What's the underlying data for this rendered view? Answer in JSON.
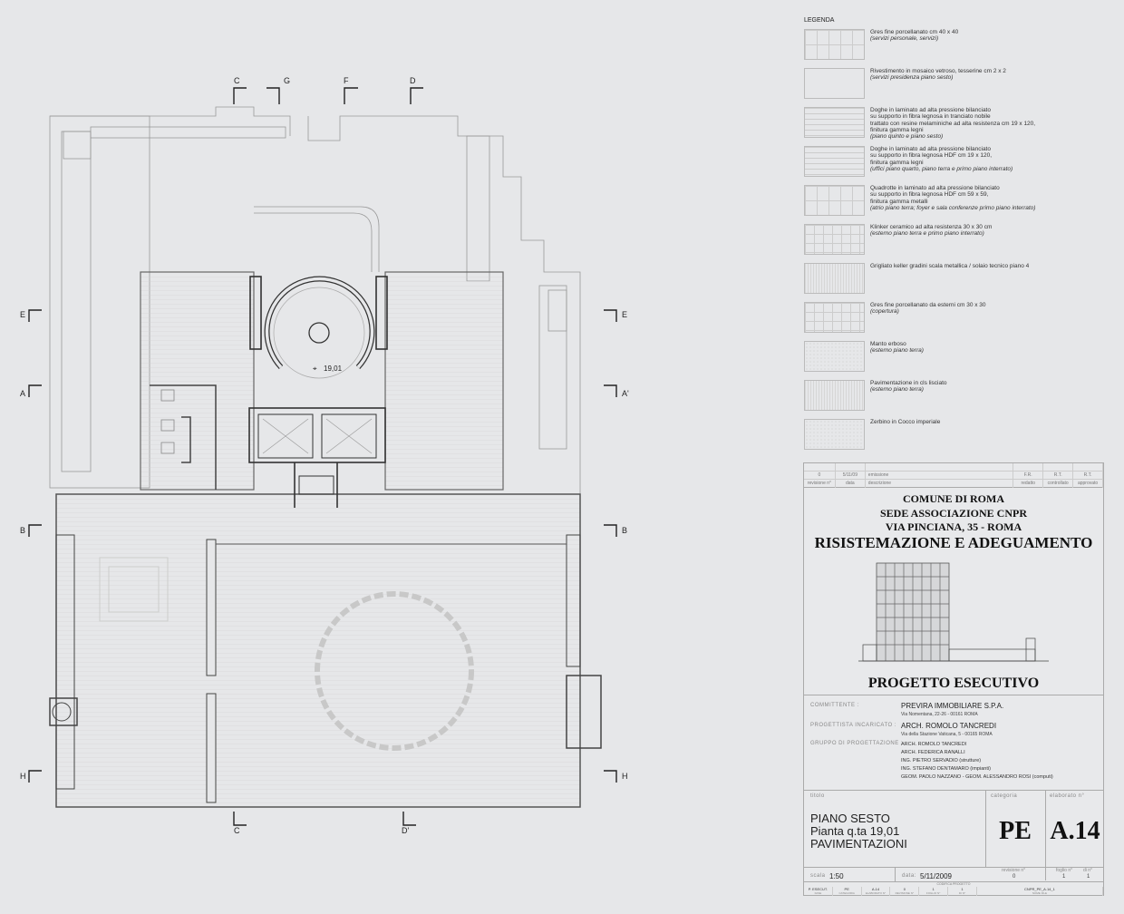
{
  "plan": {
    "level_mark": "19,01",
    "markers": {
      "top": [
        "C",
        "G",
        "F",
        "D"
      ],
      "left": [
        "E",
        "A",
        "B",
        "H"
      ],
      "right": [
        "E",
        "A'",
        "B",
        "H"
      ],
      "bottom": [
        "C",
        "D'"
      ]
    }
  },
  "legend": {
    "title": "LEGENDA",
    "items": [
      {
        "text": [
          "Gres fine porcellanato cm 40 x 40"
        ],
        "note": "(servizi personale, servizi)",
        "pattern": "g40"
      },
      {
        "text": [
          "Rivestimento in mosaico vetroso, tesserine cm 2 x 2"
        ],
        "note": "(servizi presidenza piano sesto)",
        "pattern": "plain"
      },
      {
        "text": [
          "Doghe in laminato ad alta pressione bilanciato",
          "su supporto in fibra legnosa in tranciato nobile",
          "trattato con resine melaminiche ad alta resistenza cm 19 x 120,",
          "finitura gamma legni"
        ],
        "note": "(piano quinto e piano sesto)",
        "pattern": "h"
      },
      {
        "text": [
          "Doghe in laminato ad alta pressione bilanciato",
          "su supporto in fibra legnosa HDF cm 19 x 120,",
          "finitura gamma legni"
        ],
        "note": "(uffici piano quarto, piano terra e primo piano interrato)",
        "pattern": "h"
      },
      {
        "text": [
          "Quadrotte in laminato ad alta pressione bilanciato",
          "su supporto in fibra legnosa HDF cm 59 x 59,",
          "finitura gamma metalli"
        ],
        "note": "(atrio piano terra; foyer e sala conferenze primo piano interrato)",
        "pattern": "g40"
      },
      {
        "text": [
          "Klinker ceramico ad alta resistenza 30 x 30 cm"
        ],
        "note": "(esterno piano terra e primo piano interrato)",
        "pattern": "g30"
      },
      {
        "text": [
          "Grigliato keller gradini scala metallica / solaio tecnico piano 4"
        ],
        "note": "",
        "pattern": "v"
      },
      {
        "text": [
          "Gres fine porcellanato da esterni cm 30 x 30"
        ],
        "note": "(copertura)",
        "pattern": "g30"
      },
      {
        "text": [
          "Manto erboso"
        ],
        "note": "(esterno piano terra)",
        "pattern": "dot"
      },
      {
        "text": [
          "Pavimentazione in cls lisciato"
        ],
        "note": "(esterno piano terra)",
        "pattern": "v"
      },
      {
        "text": [
          "Zerbino in Cocco imperiale"
        ],
        "note": "",
        "pattern": "dot"
      }
    ]
  },
  "title_block": {
    "revisions": {
      "row": [
        "0",
        "5/11/09",
        "emissione",
        "F.R.",
        "R.T.",
        "R.T."
      ],
      "headers": [
        "revisione n°",
        "data",
        "descrizione",
        "redatto",
        "controllato",
        "approvato"
      ]
    },
    "heading": [
      "COMUNE DI ROMA",
      "SEDE ASSOCIAZIONE CNPR",
      "VIA PINCIANA, 35 - ROMA"
    ],
    "project": "RISISTEMAZIONE E ADEGUAMENTO",
    "phase": "PROGETTO ESECUTIVO",
    "committente": {
      "label": "COMMITTENTE :",
      "name": "PREVIRA IMMOBILIARE S.P.A.",
      "address": "Via Nomentana, 22-26 - 00161 ROMA"
    },
    "progettista": {
      "label": "PROGETTISTA INCARICATO :",
      "name": "ARCH. ROMOLO TANCREDI",
      "address": "Via della Stazione Vaticana, 5 - 00165 ROMA"
    },
    "gruppo": {
      "label": "GRUPPO DI PROGETTAZIONE :",
      "members": [
        "ARCH. ROMOLO TANCREDI",
        "ARCH. FEDERICA RANALLI",
        "ING. PIETRO SERVADIO (strutture)",
        "ING. STEFANO DENTAMARO (impianti)",
        "GEOM. PAOLO NAZZANO - GEOM. ALESSANDRO ROSI (computi)"
      ]
    },
    "titolo_label": "titolo",
    "categoria_label": "categoria",
    "elaborato_label": "elaborato n°",
    "titolo": [
      "PIANO SESTO",
      "Pianta q.ta 19,01",
      "PAVIMENTAZIONI"
    ],
    "categoria": "PE",
    "elaborato": "A.14",
    "scala_label": "scala",
    "scala": "1:50",
    "data_label": "data:",
    "data": "5/11/2009",
    "revisione_label": "revisione n°",
    "revisione": "0",
    "foglio_label": "foglio n°",
    "foglio": "1",
    "di_label": "di n°",
    "di": "1",
    "codifica_label": "CODIFICA PROGETTO",
    "codifica": [
      {
        "v": "P. ESECUT.",
        "l": "FASE"
      },
      {
        "v": "PE",
        "l": "CATEGORIA"
      },
      {
        "v": "A.14",
        "l": "ELABORATO N°"
      },
      {
        "v": "0",
        "l": "REVISIONE N°"
      },
      {
        "v": "1",
        "l": "FOGLIO N°"
      },
      {
        "v": "1",
        "l": "DI N°"
      },
      {
        "v": "CNPR_PE_A.14_1",
        "l": "NOME FILE"
      }
    ]
  }
}
